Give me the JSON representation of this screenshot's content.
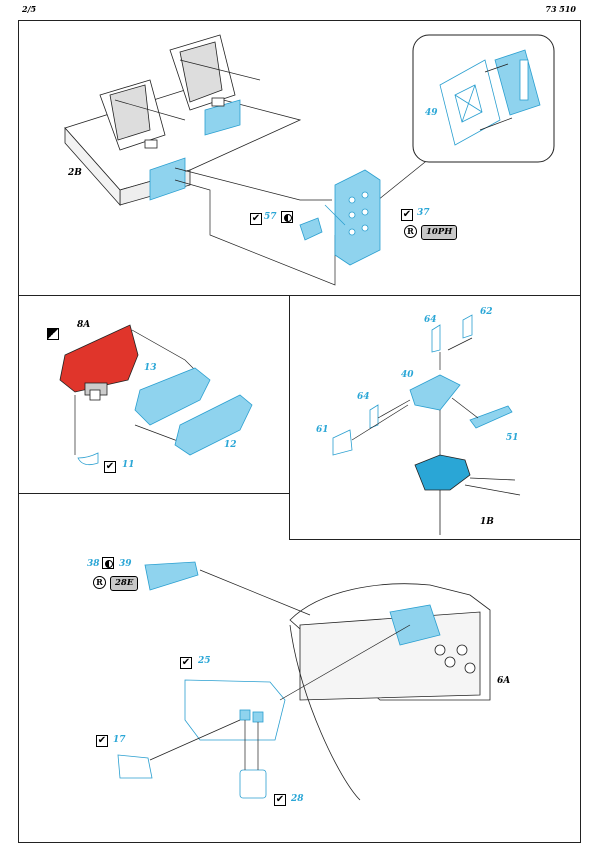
{
  "header": {
    "page": "2/5",
    "kit": "73 510"
  },
  "colors": {
    "etch_blue": "#8fd3ee",
    "etch_stroke": "#2a9fd0",
    "paint_red": "#e0352b",
    "grey_pill": "#c8c8c8"
  },
  "panel_top": {
    "view_label": "2B",
    "parts": {
      "p57": "57",
      "p37": "37",
      "p49": "49"
    },
    "film_code": "10PH",
    "icons": {
      "check": "✔",
      "r": "R"
    }
  },
  "panel_mid_left": {
    "view_label": "8A",
    "parts": {
      "p13": "13",
      "p12": "12",
      "p11": "11"
    }
  },
  "panel_mid_right": {
    "view_label": "1B",
    "parts": {
      "p64a": "64",
      "p62": "62",
      "p40": "40",
      "p64b": "64",
      "p61": "61",
      "p51": "51"
    }
  },
  "panel_bottom": {
    "view_label": "6A",
    "parts": {
      "p38": "38",
      "p39": "39",
      "p25": "25",
      "p17": "17",
      "p28": "28"
    },
    "film_code": "28E"
  }
}
